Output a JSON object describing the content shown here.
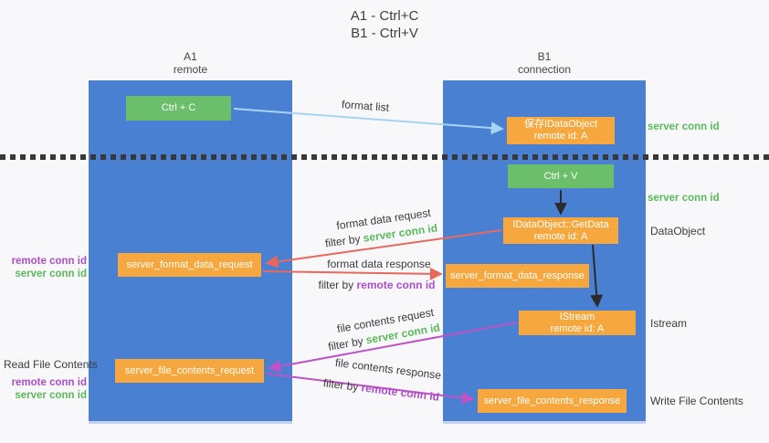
{
  "title": {
    "line1": "A1 - Ctrl+C",
    "line2": "B1 - Ctrl+V"
  },
  "colors": {
    "blue": "#4a80d2",
    "green": "#6bbf6b",
    "orange": "#f6a83f",
    "arrow_blue": "#a6d4f2",
    "arrow_red": "#e8685e",
    "arrow_magenta": "#bd53c4",
    "arrow_black": "#2b2b2b",
    "text_dark": "#3c3c3c",
    "text_green": "#5cb85c",
    "text_purple": "#ab4ec9",
    "divider": "#383838"
  },
  "lanes": {
    "a1": {
      "name": "A1",
      "subtitle": "remote"
    },
    "b1": {
      "name": "B1",
      "subtitle": "connection"
    }
  },
  "nodes": {
    "ctrl_c": "Ctrl + C",
    "ctrl_v": "Ctrl + V",
    "save_dataobject": {
      "title": "保存IDataObject",
      "subtitle": "remote id: A"
    },
    "getdata": {
      "title": "IDataObject::GetData",
      "subtitle": "remote id: A"
    },
    "istream": {
      "title": "IStream",
      "subtitle": "remote id: A"
    },
    "format_request": "server_format_data_request",
    "format_response": "server_format_data_response",
    "file_request": "server_file_contents_request",
    "file_response": "server_file_contents_response"
  },
  "side_labels": {
    "server_conn_id": "server conn id",
    "remote_conn_id": "remote conn id",
    "dataobject": "DataObject",
    "istream": "Istream",
    "read_file_contents": "Read File Contents",
    "write_file_contents": "Write File Contents"
  },
  "arrow_labels": {
    "format_list": "format list",
    "format_data_request": "format data request",
    "format_data_response": "format data response",
    "file_contents_request": "file contents request",
    "file_contents_response": "file contents response",
    "filter_by": "filter by ",
    "server_conn_id": "server conn id",
    "remote_conn_id": "remote conn id"
  }
}
